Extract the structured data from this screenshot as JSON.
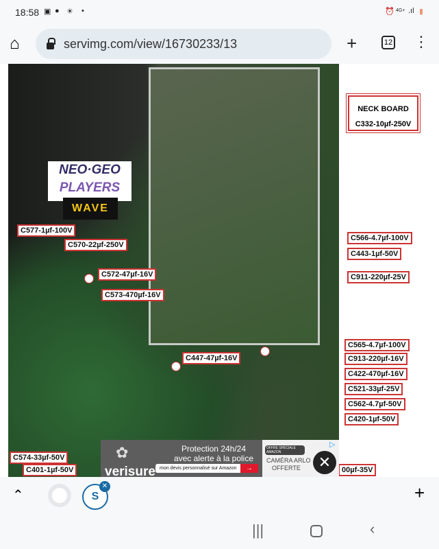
{
  "status_bar": {
    "time": "18:58",
    "network": "4G+"
  },
  "browser": {
    "url": "servimg.com/view/16730233/13",
    "tab_count": "12",
    "icons": [
      "home-icon",
      "lock-icon",
      "plus-icon",
      "tabs-icon",
      "more-vert-icon"
    ]
  },
  "image": {
    "logo_text": [
      "NEO·GEO",
      "PLAYERS"
    ],
    "wave_text": "WAVE",
    "neck_board": {
      "title": "NECK BOARD",
      "value": "C332-10µf-250V"
    },
    "labels": [
      "C577-1µf-100V",
      "C570-22µf-250V",
      "C572-47µf-16V",
      "C573-470µf-16V",
      "C566-4.7µf-100V",
      "C443-1µf-50V",
      "C911-220µf-25V",
      "C447-47µf-16V",
      "C565-4.7µf-100V",
      "C913-220µf-16V",
      "C422-470µf-16V",
      "C521-33µf-25V",
      "C562-4.7µf-50V",
      "C420-1µf-50V",
      "C574-33µf-50V",
      "C401-1µf-50V",
      "00µf-35V"
    ]
  },
  "ad": {
    "brand": "verisure",
    "headline": "Protection 24h/24",
    "subline": "avec alerte à la police",
    "cta": "mon devis personnalisé sur Amazon",
    "offer_tag": "OFFRE SPÉCIALE AMAZON",
    "offer_line1": "CAMÉRA ARLO",
    "offer_line2": "OFFERTE"
  },
  "bottom_bar": {
    "tab_badge": "S"
  }
}
